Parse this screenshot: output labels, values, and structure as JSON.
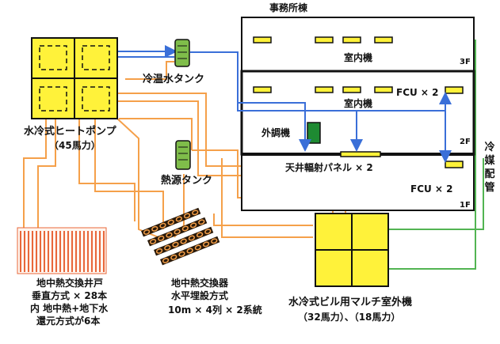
{
  "office": {
    "title": "事務所棟",
    "floor3": "3F",
    "floor2": "2F",
    "floor1": "1F",
    "indoor_unit_3f": "室内機",
    "indoor_unit_2f": "室内機",
    "fcu_2f": "FCU × 2",
    "fcu_1f": "FCU × 2",
    "outdoor_unit": "外調機",
    "radiant_panel": "天井輻射パネル × 2"
  },
  "equipment": {
    "heat_pump_label": "水冷式ヒートポンプ",
    "heat_pump_capacity": "（45馬力）",
    "hot_cold_tank": "冷温水タンク",
    "heat_source_tank": "熱源タンク",
    "refrigerant_pipe": "冷媒配管",
    "multi_unit_line1": "水冷式ビル用マルチ室外機",
    "multi_unit_line2": "（32馬力）、（18馬力）"
  },
  "wells": {
    "line1": "地中熱交換井戸",
    "line2": "垂直方式 × 28本",
    "line3": "内 地中熱+地下水",
    "line4": "還元方式が6本"
  },
  "horizontal_exchanger": {
    "line1": "地中熱交換器",
    "line2": "水平埋設方式",
    "line3": "10m × 4列 × 2系統"
  },
  "colors": {
    "warm_pipe": "#f5a04a",
    "cool_pipe": "#3a6fd8",
    "refrigerant": "#52b452",
    "yellow_unit": "#fff23a",
    "well_stripe": "#e8673a",
    "tank_green": "#7fbd4a",
    "outdoor_green": "#1e8a32"
  }
}
